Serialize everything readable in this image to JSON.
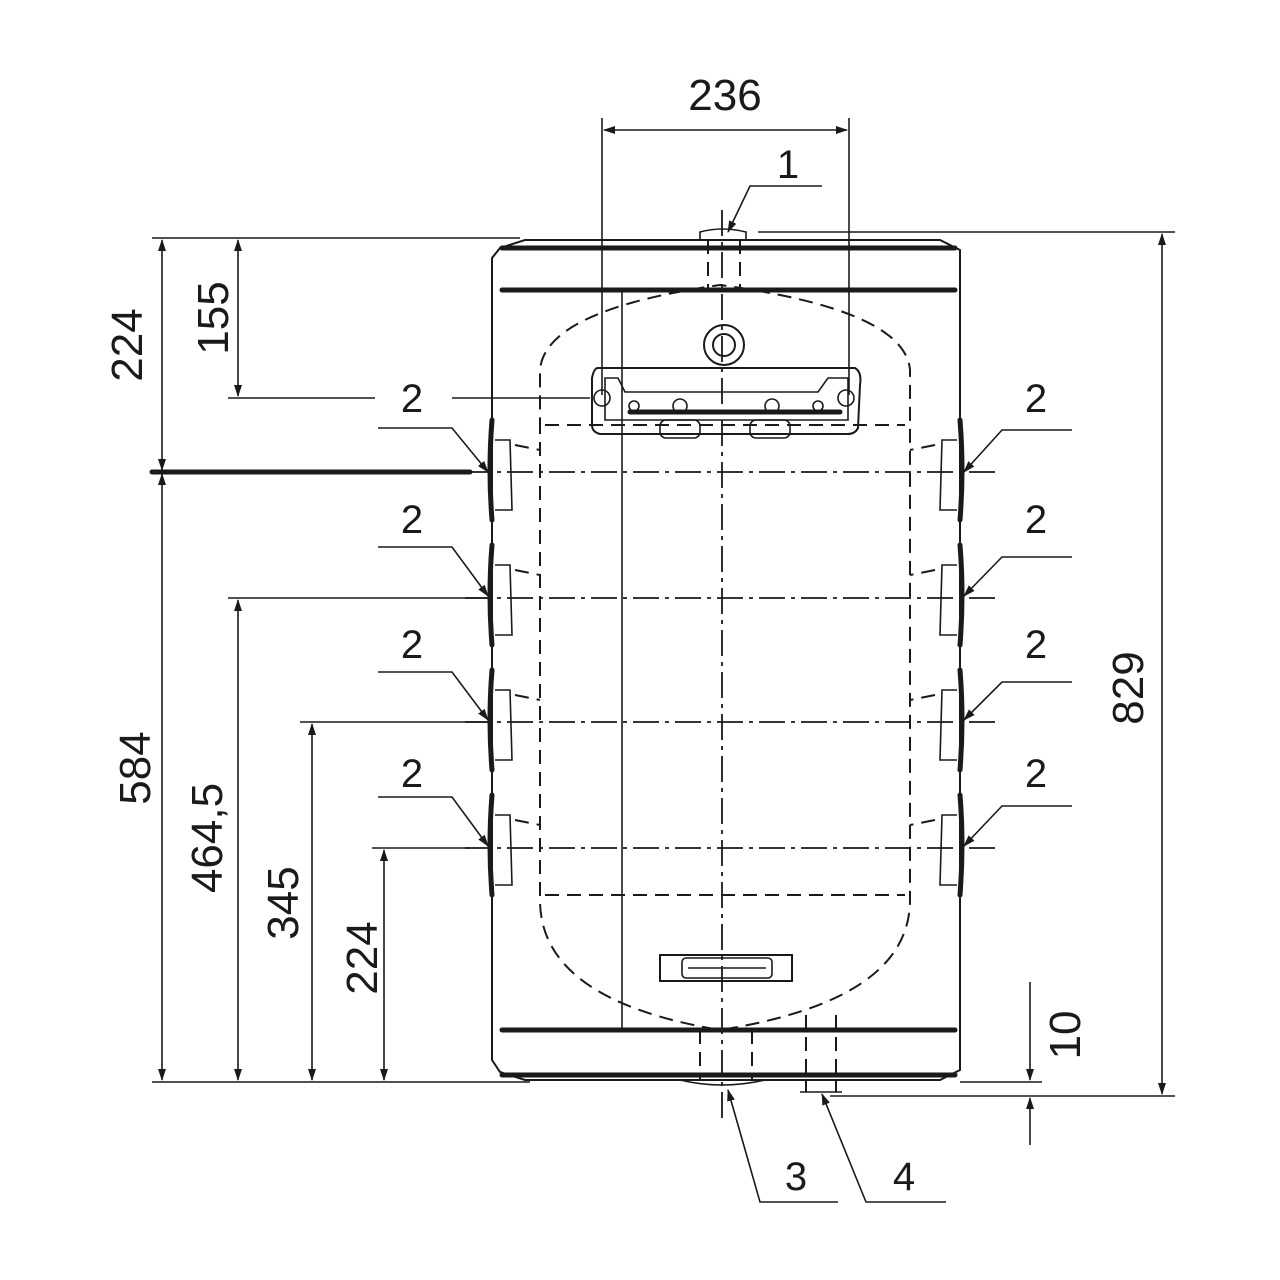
{
  "dimensions": {
    "width_236": "236",
    "height_224_top": "224",
    "height_155": "155",
    "height_584": "584",
    "height_464_5": "464,5",
    "height_345": "345",
    "height_224_bottom": "224",
    "height_829": "829",
    "offset_10": "10"
  },
  "callouts": {
    "top_connection": "1",
    "mount_bracket": "2",
    "bottom_outlet": "3",
    "drain": "4"
  }
}
